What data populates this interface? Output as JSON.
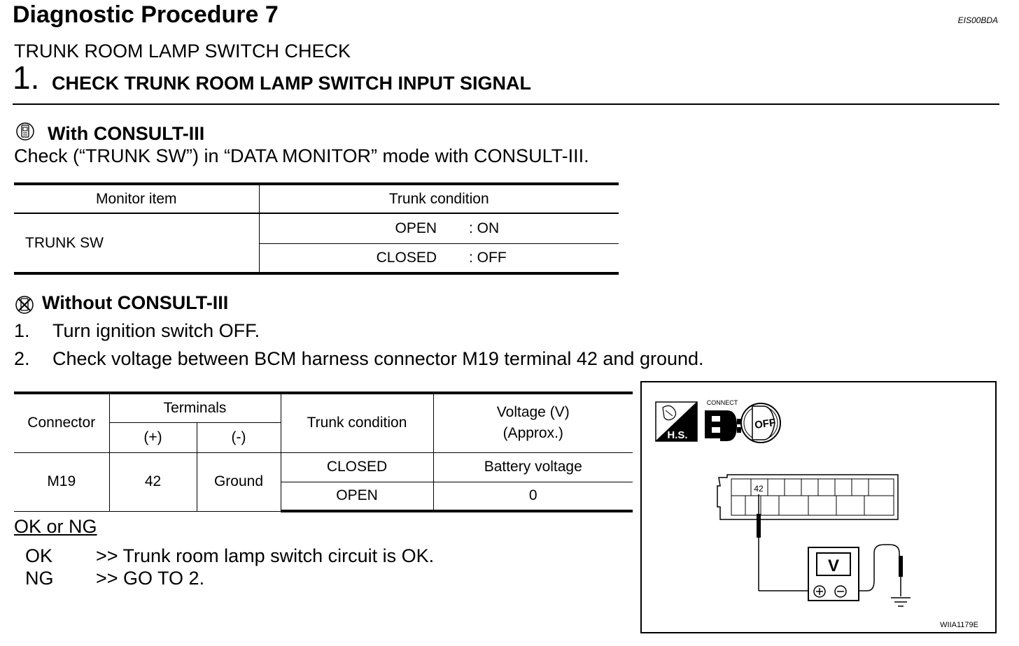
{
  "header": {
    "title": "Diagnostic Procedure 7",
    "code": "EIS00BDA",
    "subtitle": "TRUNK ROOM LAMP SWITCH CHECK",
    "step_number": "1.",
    "step_title": "CHECK TRUNK ROOM LAMP SWITCH INPUT SIGNAL"
  },
  "with_consult": {
    "heading": "With CONSULT-III",
    "instruction": "Check (“TRUNK SW”) in “DATA MONITOR” mode with CONSULT-III.",
    "table": {
      "headers": [
        "Monitor item",
        "Trunk condition"
      ],
      "item": "TRUNK SW",
      "rows": [
        {
          "condition": "OPEN",
          "value": ": ON"
        },
        {
          "condition": "CLOSED",
          "value": ": OFF"
        }
      ]
    }
  },
  "without_consult": {
    "heading": "Without CONSULT-III",
    "steps": [
      {
        "num": "1.",
        "text": "Turn ignition switch OFF."
      },
      {
        "num": "2.",
        "text": "Check voltage between BCM harness connector M19 terminal 42 and ground."
      }
    ],
    "table": {
      "col_connector": "Connector",
      "col_terminals": "Terminals",
      "col_plus": "(+)",
      "col_minus": "(-)",
      "col_trunk": "Trunk condition",
      "col_voltage_1": "Voltage (V)",
      "col_voltage_2": "(Approx.)",
      "connector": "M19",
      "plus": "42",
      "minus": "Ground",
      "rows": [
        {
          "condition": "CLOSED",
          "voltage": "Battery voltage"
        },
        {
          "condition": "OPEN",
          "voltage": "0"
        }
      ]
    }
  },
  "result": {
    "heading": "OK or NG",
    "items": [
      {
        "key": "OK",
        "text": ">> Trunk room lamp switch circuit is OK."
      },
      {
        "key": "NG",
        "text": ">> GO TO 2."
      }
    ]
  },
  "figure": {
    "hs_label": "H.S.",
    "connect_label": "CONNECT",
    "off_label": "OFF",
    "terminal_label": "42",
    "meter_label": "V",
    "code": "WIIA1179E"
  }
}
